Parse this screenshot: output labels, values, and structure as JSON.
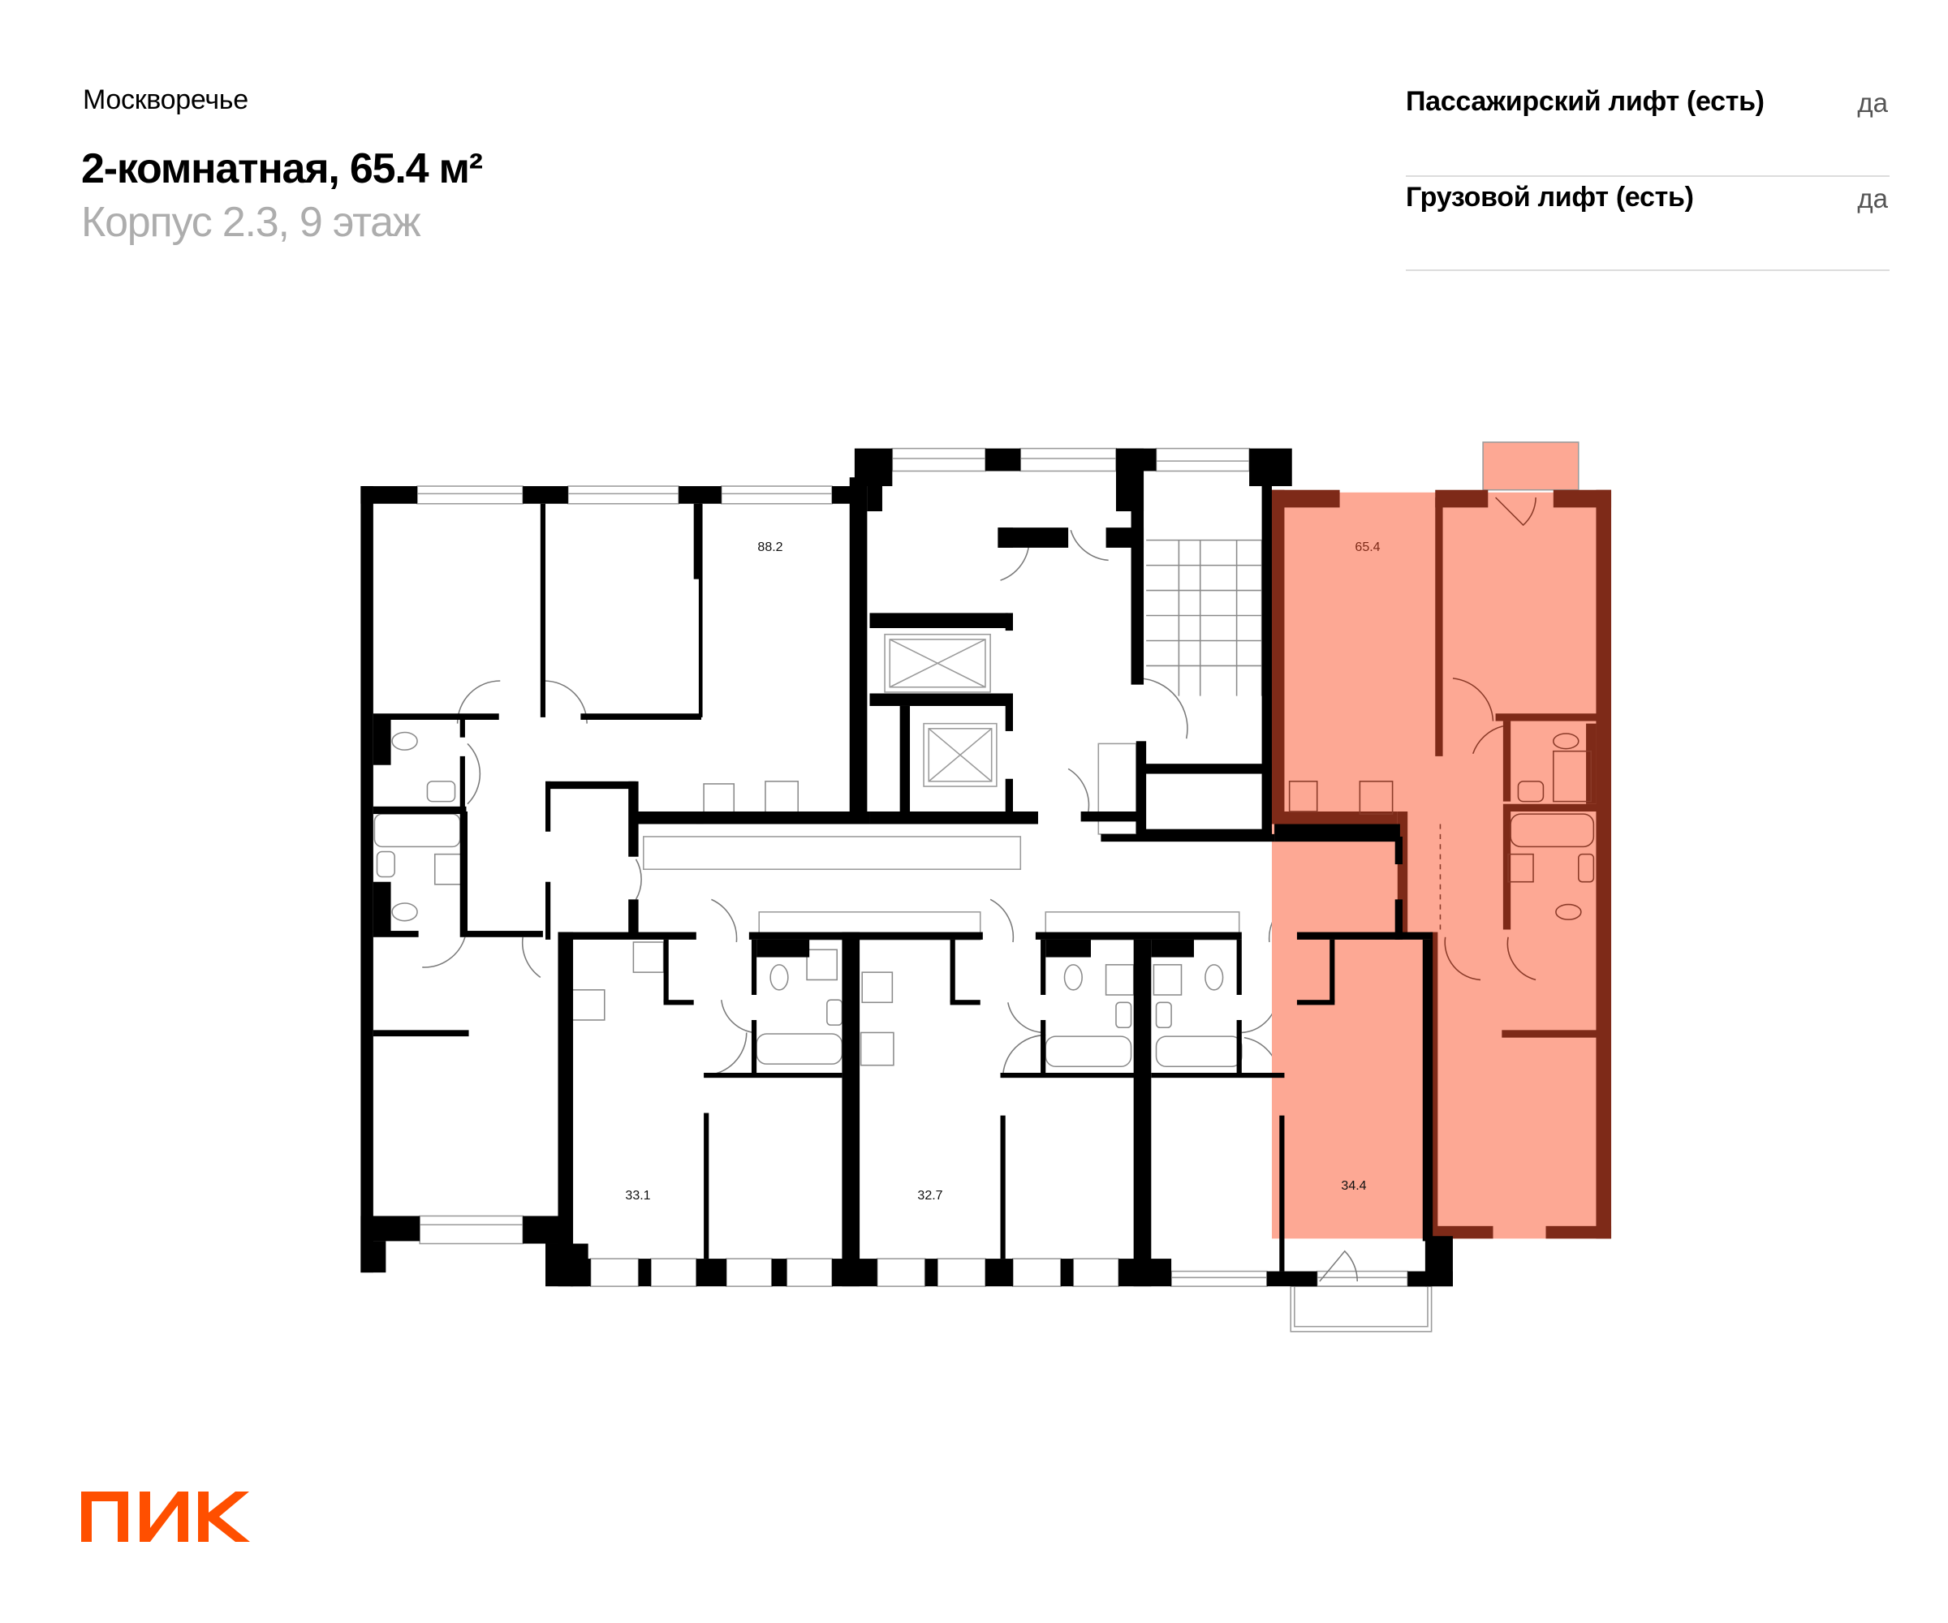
{
  "header": {
    "project": "Москворечье",
    "title": "2-комнатная, 65.4 м²",
    "subtitle": "Корпус 2.3, 9 этаж"
  },
  "features": [
    {
      "label": "Пассажирский лифт (есть)",
      "value": "да"
    },
    {
      "label": "Грузовой лифт (есть)",
      "value": "да"
    }
  ],
  "floor_plan": {
    "selected_apartment": {
      "area": "65.4",
      "highlight_fill": "#fda894",
      "highlight_wall": "#7e2a18"
    },
    "apartments": [
      {
        "area": "88.2"
      },
      {
        "area": "65.4",
        "selected": true
      },
      {
        "area": "33.1"
      },
      {
        "area": "32.7"
      },
      {
        "area": "34.4"
      }
    ]
  },
  "brand": {
    "logo_text": "ПИК",
    "logo_color": "#ff4f00"
  }
}
